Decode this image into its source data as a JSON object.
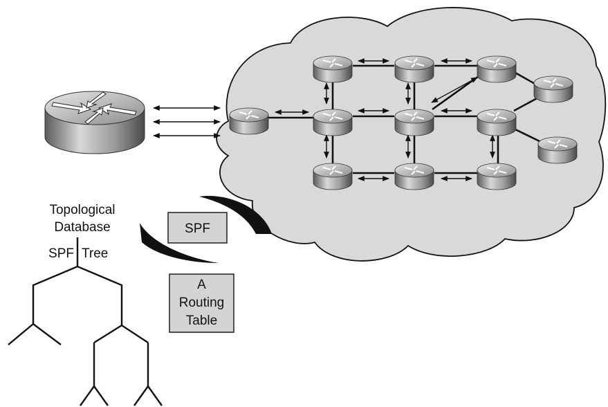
{
  "labels": {
    "topological": "Topological",
    "database": "Database",
    "spf_left": "SPF",
    "tree": "Tree",
    "spf_box": "SPF",
    "routing_line1": "A",
    "routing_line2": "Routing",
    "routing_line3": "Table"
  },
  "colors": {
    "cloud_fill": "#d9d9d9",
    "box_fill": "#d4d4d4",
    "router_body": "#8f8f8f",
    "router_top": "#c4c4c4",
    "line": "#111111"
  },
  "icons": {
    "router": "router-icon",
    "cloud": "network-cloud-icon",
    "arrow": "double-arrow-icon"
  }
}
